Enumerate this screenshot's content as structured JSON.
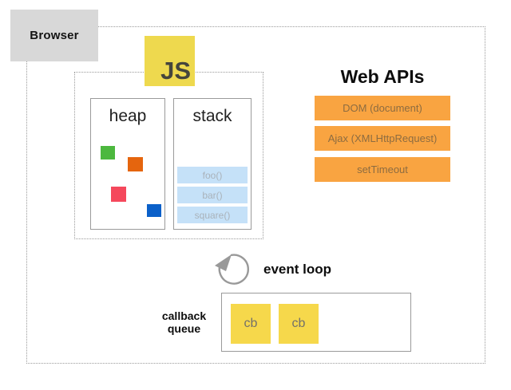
{
  "browser": {
    "label": "Browser"
  },
  "js_runtime": {
    "logo_text": "JS",
    "heap": {
      "title": "heap",
      "squares": [
        {
          "name": "green-square",
          "color": "#4cb83e"
        },
        {
          "name": "orange-square",
          "color": "#e5650e"
        },
        {
          "name": "red-square",
          "color": "#f5485c"
        },
        {
          "name": "blue-square",
          "color": "#0b60c9"
        }
      ]
    },
    "stack": {
      "title": "stack",
      "frames": [
        "foo()",
        "bar()",
        "square()"
      ]
    }
  },
  "web_apis": {
    "title": "Web APIs",
    "items": [
      "DOM (document)",
      "Ajax (XMLHttpRequest)",
      "setTimeout"
    ]
  },
  "event_loop": {
    "label": "event loop"
  },
  "callback_queue": {
    "label_line1": "callback",
    "label_line2": "queue",
    "items": [
      "cb",
      "cb"
    ]
  },
  "colors": {
    "js_logo_yellow": "#eed94e",
    "cb_yellow": "#f6d84b",
    "api_orange": "#f9a441",
    "stack_frame_blue": "#c5e1f8",
    "browser_box_gray": "#d8d8d8",
    "dotted_border_gray": "#9a9a9a"
  }
}
